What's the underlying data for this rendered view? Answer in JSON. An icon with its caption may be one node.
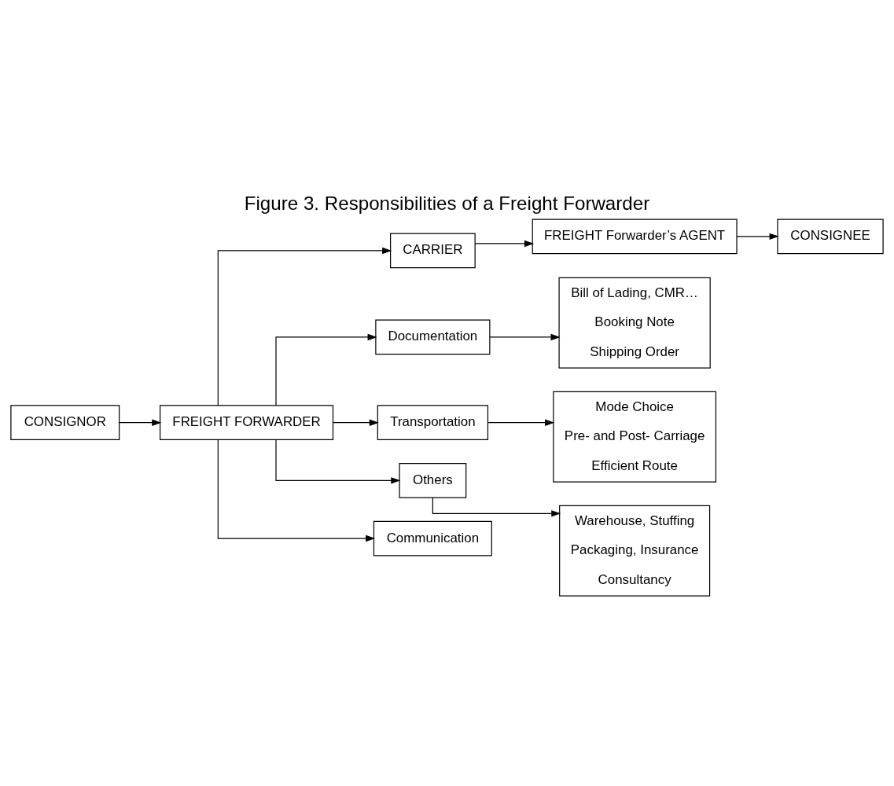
{
  "diagram": {
    "title": "Figure 3. Responsibilities of a Freight Forwarder",
    "nodes": [
      {
        "text": [
          "CONSIGNOR"
        ]
      },
      {
        "text": [
          "FREIGHT FORWARDER"
        ]
      },
      {
        "text": [
          "CARRIER"
        ]
      },
      {
        "text": [
          "FREIGHT Forwarder’s AGENT"
        ]
      },
      {
        "text": [
          "CONSIGNEE"
        ]
      },
      {
        "text": [
          "Documentation"
        ]
      },
      {
        "text": [
          "Bill of Lading, CMR…",
          "Booking Note",
          "Shipping Order"
        ]
      },
      {
        "text": [
          "Transportation"
        ]
      },
      {
        "text": [
          "Mode Choice",
          "Pre- and Post- Carriage",
          "Efficient Route"
        ]
      },
      {
        "text": [
          "Others"
        ]
      },
      {
        "text": [
          "Warehouse, Stuffing",
          "Packaging, Insurance",
          "Consultancy"
        ]
      },
      {
        "text": [
          "Communication"
        ]
      }
    ],
    "edges": [
      {
        "from": 0,
        "to": 1,
        "arrow": "to"
      },
      {
        "from": 1,
        "to": 2,
        "arrow": "to"
      },
      {
        "from": 2,
        "to": 3,
        "arrow": "to"
      },
      {
        "from": 3,
        "to": 4,
        "arrow": "to"
      },
      {
        "from": 1,
        "to": 5,
        "arrow": "to"
      },
      {
        "from": 1,
        "to": 7,
        "arrow": "to"
      },
      {
        "from": 1,
        "to": 9,
        "arrow": "to"
      },
      {
        "from": 1,
        "to": 11,
        "arrow": "to"
      },
      {
        "from": 5,
        "to": 6,
        "arrow": "to"
      },
      {
        "from": 7,
        "to": 8,
        "arrow": "to"
      },
      {
        "from": 9,
        "to": 10,
        "arrow": "to"
      }
    ]
  }
}
